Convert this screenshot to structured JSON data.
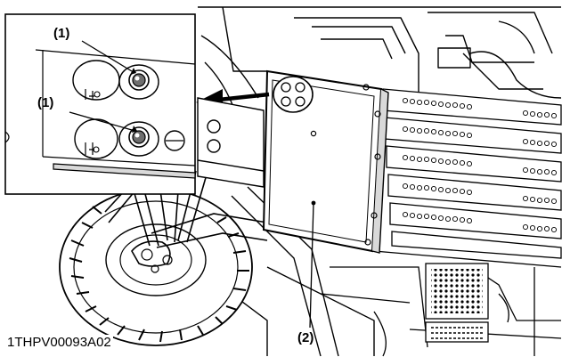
{
  "callouts": {
    "upper_bolt": "(1)",
    "lower_bolt": "(1)",
    "panel": "(2)"
  },
  "figure_id": "1THPV00093A02",
  "colors": {
    "line": "#000000",
    "background": "#ffffff",
    "shade": "#d9d9d9"
  }
}
